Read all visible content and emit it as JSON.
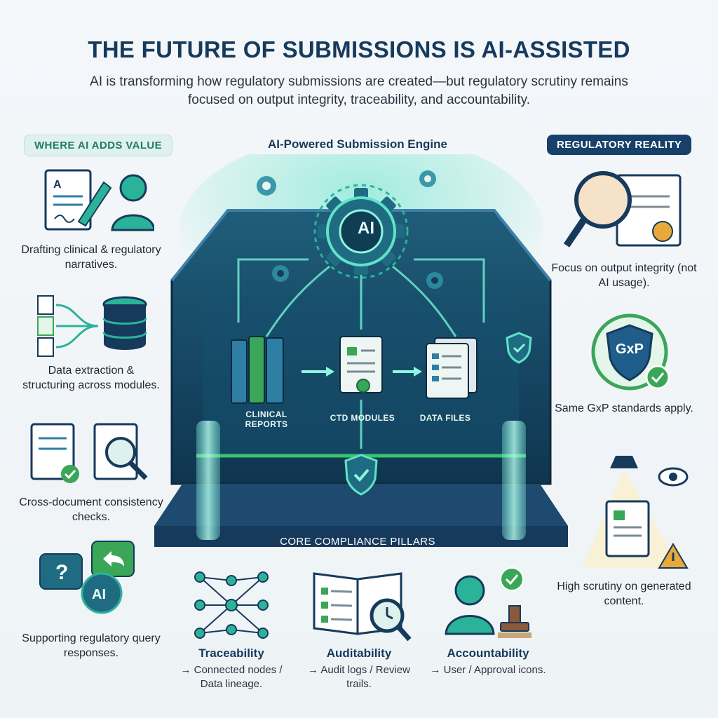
{
  "header": {
    "title": "THE FUTURE OF SUBMISSIONS IS AI-ASSISTED",
    "subtitle": "AI is transforming how regulatory submissions are created—but regulatory scrutiny remains focused on output integrity, traceability, and accountability."
  },
  "left_column": {
    "heading": "WHERE AI ADDS VALUE",
    "items": [
      {
        "label": "Drafting clinical & regulatory narratives."
      },
      {
        "label": "Data extraction & structuring across modules."
      },
      {
        "label": "Cross-document consistency checks."
      },
      {
        "label": "Supporting regulatory query responses."
      }
    ]
  },
  "right_column": {
    "heading": "REGULATORY REALITY",
    "items": [
      {
        "label": "Focus on output integrity (not AI usage)."
      },
      {
        "label": "Same GxP standards apply.",
        "badge": "GxP"
      },
      {
        "label": "High scrutiny on generated content."
      }
    ]
  },
  "engine": {
    "title": "AI-Powered Submission Engine",
    "core_label": "AI",
    "panels": [
      {
        "label": "CLINICAL REPORTS"
      },
      {
        "label": "CTD MODULES"
      },
      {
        "label": "DATA FILES"
      }
    ],
    "base_label": "CORE COMPLIANCE PILLARS"
  },
  "pillars": [
    {
      "title": "Traceability",
      "sub": "→ Connected nodes / Data lineage."
    },
    {
      "title": "Auditability",
      "sub": "→ Audit logs / Review trails."
    },
    {
      "title": "Accountability",
      "sub": "→ User / Approval icons."
    }
  ],
  "colors": {
    "navy": "#163a5c",
    "teal": "#2bb39a",
    "green": "#3aa657",
    "glow": "#5fe3c8"
  }
}
